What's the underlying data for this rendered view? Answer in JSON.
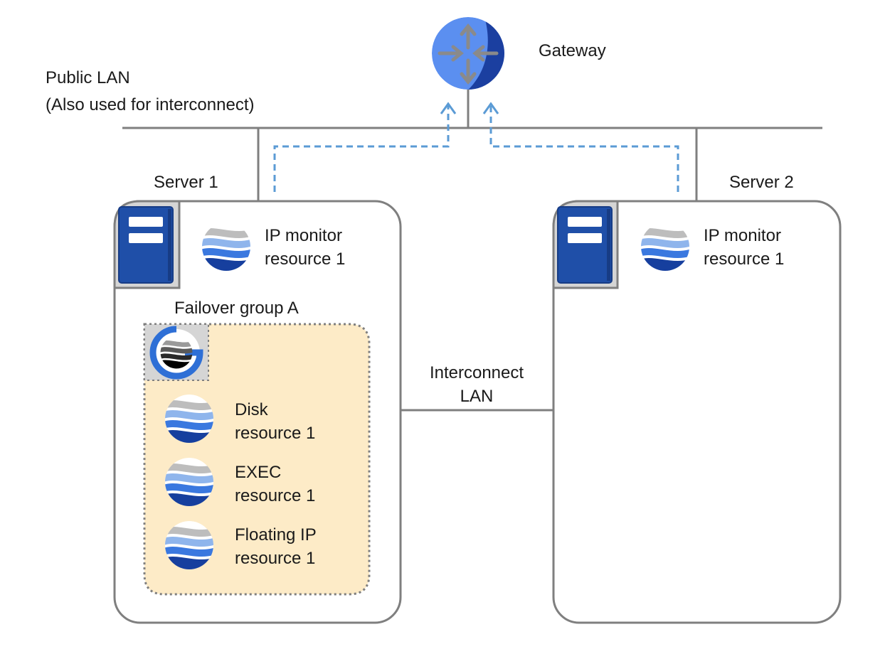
{
  "network": {
    "public_lan_line1": "Public LAN",
    "public_lan_line2": "(Also used for interconnect)",
    "gateway_label": "Gateway",
    "interconnect_line1": "Interconnect",
    "interconnect_line2": "LAN"
  },
  "server1": {
    "title": "Server 1",
    "monitor_line1": "IP monitor",
    "monitor_line2": "resource 1"
  },
  "server2": {
    "title": "Server 2",
    "monitor_line1": "IP monitor",
    "monitor_line2": "resource 1"
  },
  "failover_group": {
    "title": "Failover group A",
    "resources": [
      {
        "line1": "Disk",
        "line2": "resource 1"
      },
      {
        "line1": "EXEC",
        "line2": "resource 1"
      },
      {
        "line1": "Floating IP",
        "line2": "resource 1"
      }
    ]
  },
  "colors": {
    "line": "#7f7f7f",
    "dashed_path": "#5b9bd5",
    "group_fill": "#fdebc7",
    "server_icon": "#1f4fa8",
    "resource_blue": "#2e6fd6",
    "gateway_light": "#5b8ff0",
    "gateway_dark": "#1b3fa0"
  },
  "icons": {
    "gateway": "router-icon",
    "server": "server-icon",
    "resource": "resource-wave-icon",
    "group": "failover-group-icon"
  }
}
